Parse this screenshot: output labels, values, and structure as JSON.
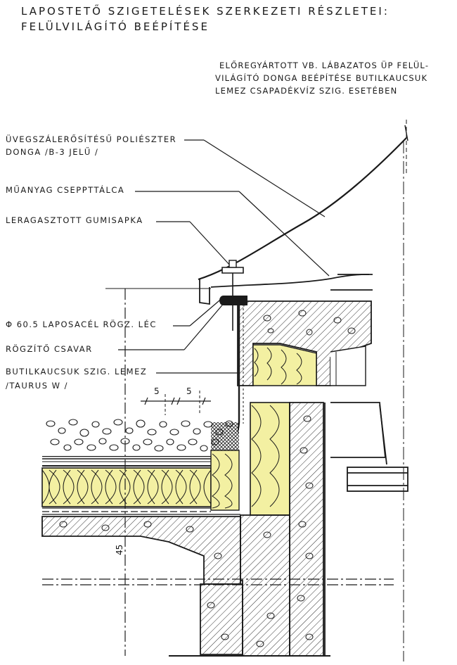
{
  "title": {
    "line1": "Lapostető szigetelések szerkezeti részletei:",
    "line2": "Felülvilágító beépítése"
  },
  "subtitle": {
    "line1": "Előregyártott vb. lábazatos üp felül-",
    "line2": "világító donga beépítése butilkaucsuk",
    "line3": "lemez csapadékvíz szig. esetében"
  },
  "labels": {
    "dome_line1": "Üvegszálerősítésű poliészter",
    "dome_line2": "donga /B-3 jelű /",
    "drip_tray": "Műanyag cseppttálca",
    "rubber_cap": "Leragasztott gumisapka",
    "strip": "Φ 60.5 laposacél rögz. léc",
    "screw": "Rögzítő csavar",
    "membrane_line1": "Butilkaucsuk szig. lemez",
    "membrane_line2": "/Taurus W /"
  },
  "dimensions": {
    "gap_a": "5",
    "gap_b": "5",
    "height": "45"
  },
  "colors": {
    "ink": "#1a1a1a",
    "insulation": "#f3f0a2",
    "paper": "#ffffff"
  }
}
